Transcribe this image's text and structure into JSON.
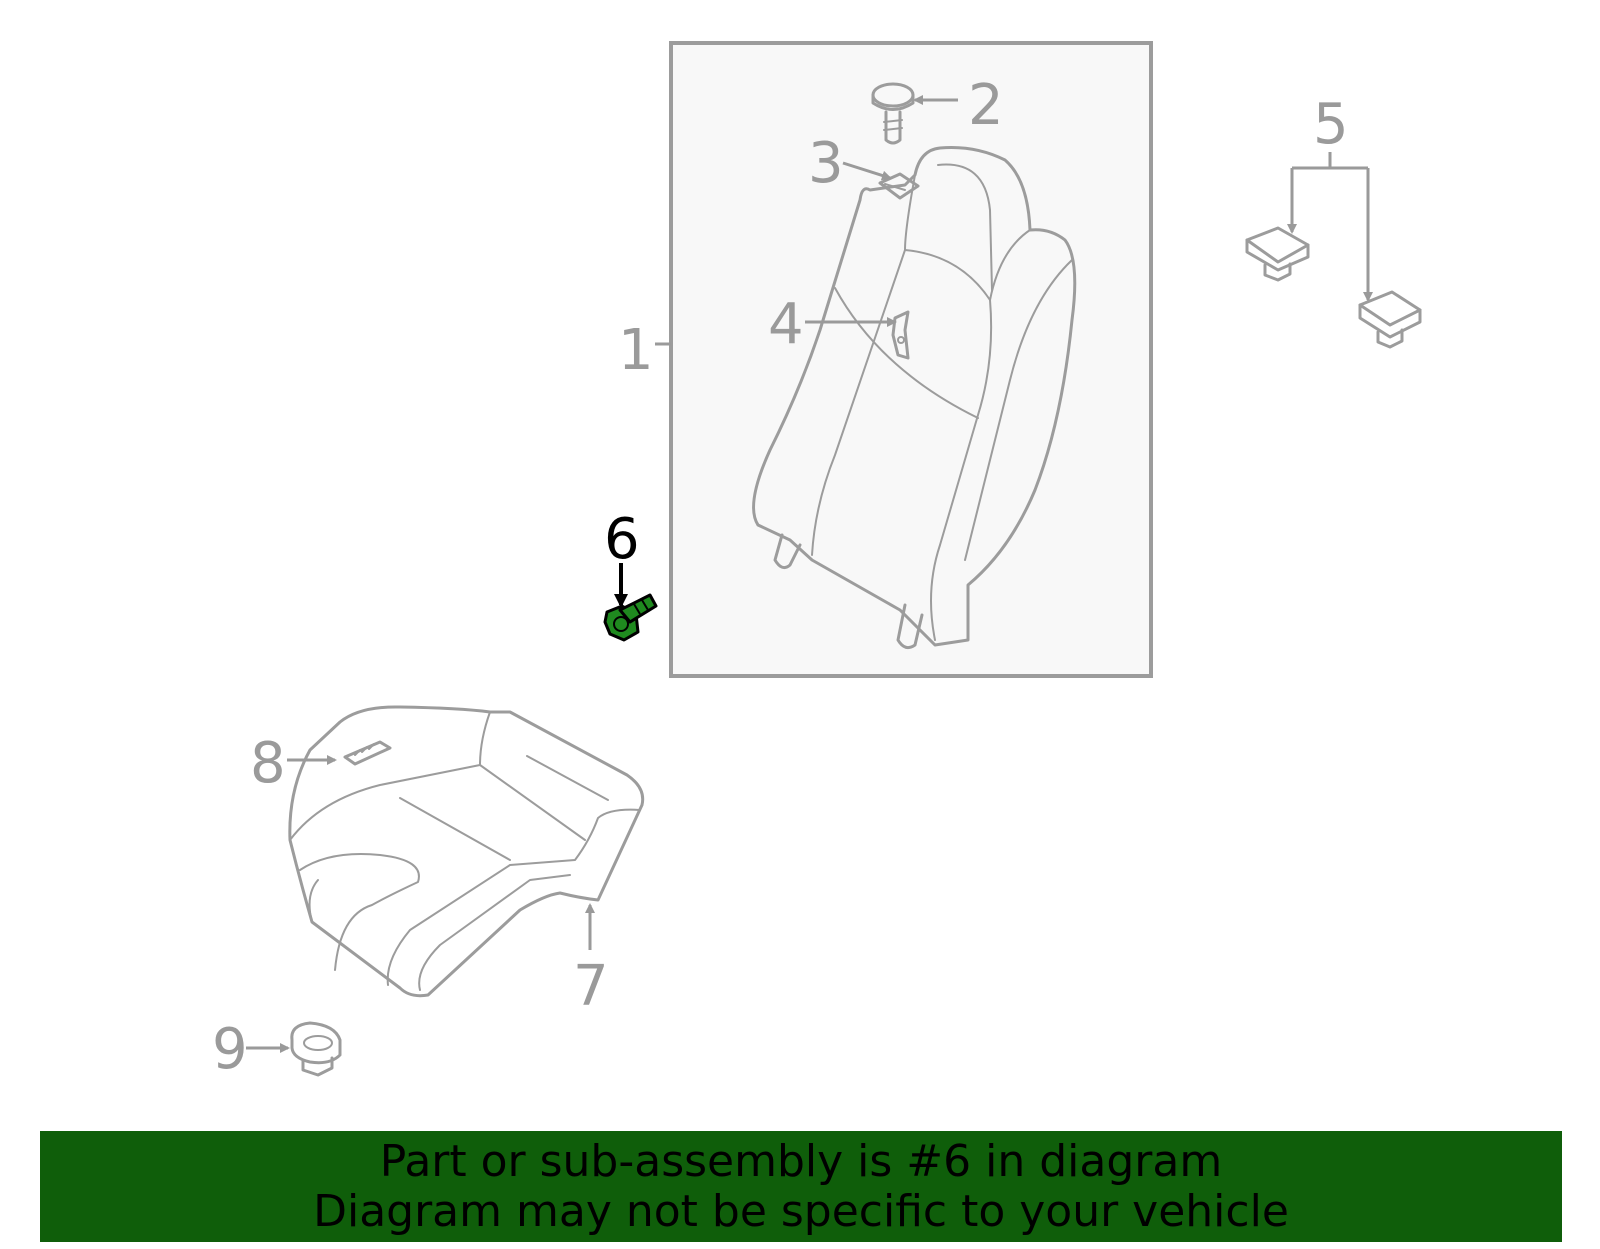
{
  "callouts": [
    {
      "id": "1",
      "label": "1"
    },
    {
      "id": "2",
      "label": "2"
    },
    {
      "id": "3",
      "label": "3"
    },
    {
      "id": "4",
      "label": "4"
    },
    {
      "id": "5",
      "label": "5"
    },
    {
      "id": "6",
      "label": "6",
      "highlighted": true
    },
    {
      "id": "7",
      "label": "7"
    },
    {
      "id": "8",
      "label": "8"
    },
    {
      "id": "9",
      "label": "9"
    }
  ],
  "colors": {
    "line": "#9c9c9c",
    "highlight_part": "#1f8a1f",
    "banner_bg": "#0f5e0a",
    "banner_text": "#000000"
  },
  "banner": {
    "line1": "Part or sub-assembly is #6 in diagram",
    "line2": "Diagram may not be specific to your vehicle"
  }
}
